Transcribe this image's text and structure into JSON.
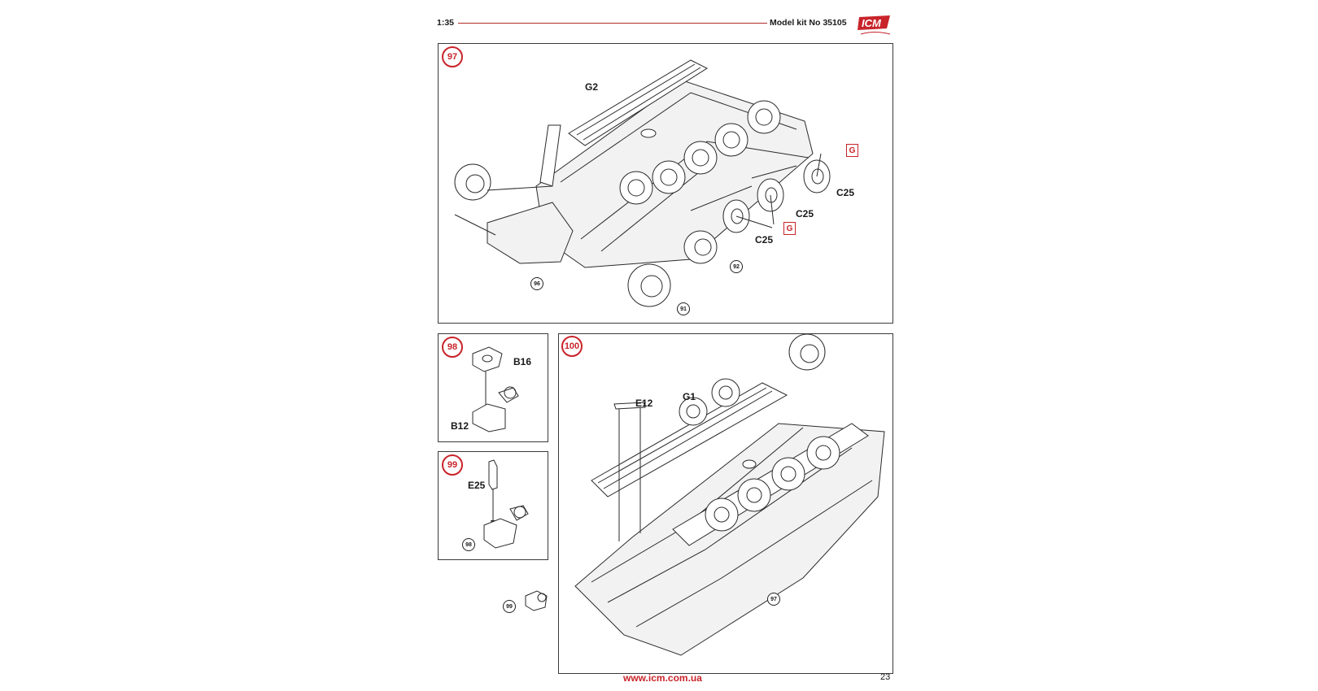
{
  "header": {
    "scale": "1:35",
    "kit": "Model kit No 35105",
    "logo": "ICM"
  },
  "steps": {
    "s97": {
      "number": "97",
      "labels": {
        "g2": "G2",
        "c25a": "C25",
        "c25b": "C25",
        "c25c": "C25"
      },
      "sprue": {
        "g_top": "G",
        "g_bottom": "G"
      },
      "refs": {
        "r96": "96",
        "r92": "92",
        "r91": "91"
      }
    },
    "s98": {
      "number": "98",
      "labels": {
        "b16": "B16",
        "b12": "B12"
      }
    },
    "s99": {
      "number": "99",
      "labels": {
        "e25": "E25"
      },
      "refs": {
        "r98": "98"
      }
    },
    "s100": {
      "number": "100",
      "labels": {
        "e12": "E12",
        "g1": "G1"
      },
      "refs": {
        "r99": "99",
        "r97": "97"
      }
    }
  },
  "footer": {
    "url": "www.icm.com.ua",
    "page": "23"
  },
  "colors": {
    "accent": "#c8242a",
    "line": "#2a2a2a"
  }
}
